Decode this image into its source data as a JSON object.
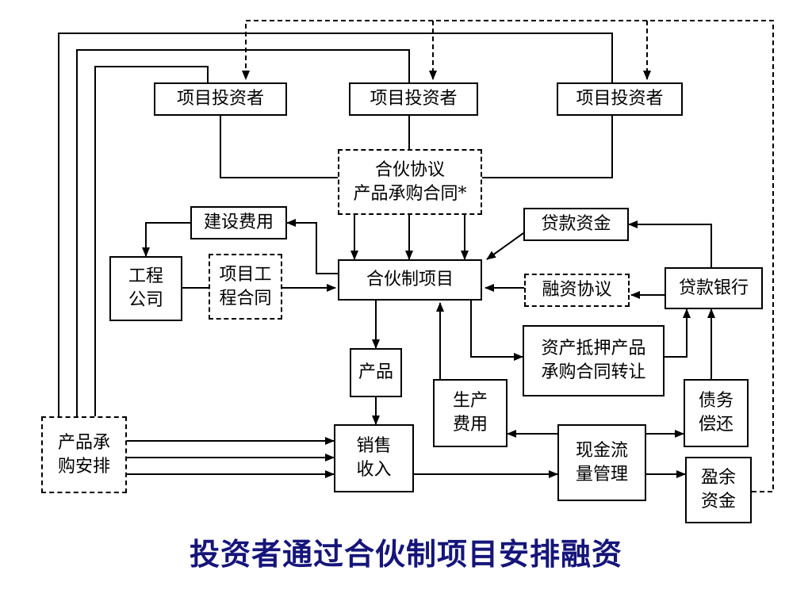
{
  "investors": [
    "项目投资者",
    "项目投资者",
    "项目投资者"
  ],
  "agreement": {
    "line1": "合伙协议",
    "line2": "产品承购合同*"
  },
  "construction_cost": "建设费用",
  "loan_funds": "贷款资金",
  "engineering_company": {
    "line1": "工程",
    "line2": "公司"
  },
  "engineering_contract": {
    "line1": "项目工",
    "line2": "程合同"
  },
  "partnership_project": "合伙制项目",
  "financing_agreement": "融资协议",
  "lending_bank": "贷款银行",
  "asset_transfer": {
    "line1": "资产抵押产品",
    "line2": "承购合同转让"
  },
  "product": "产品",
  "production_cost": {
    "line1": "生产",
    "line2": "费用"
  },
  "debt_repayment": {
    "line1": "债务",
    "line2": "偿还"
  },
  "purchase_arrangement": {
    "line1": "产品承",
    "line2": "购安排"
  },
  "sales_revenue": {
    "line1": "销售",
    "line2": "收入"
  },
  "cashflow_mgmt": {
    "line1": "现金流",
    "line2": "量管理"
  },
  "surplus_funds": {
    "line1": "盈余",
    "line2": "资金"
  },
  "title": "投资者通过合伙制项目安排融资"
}
